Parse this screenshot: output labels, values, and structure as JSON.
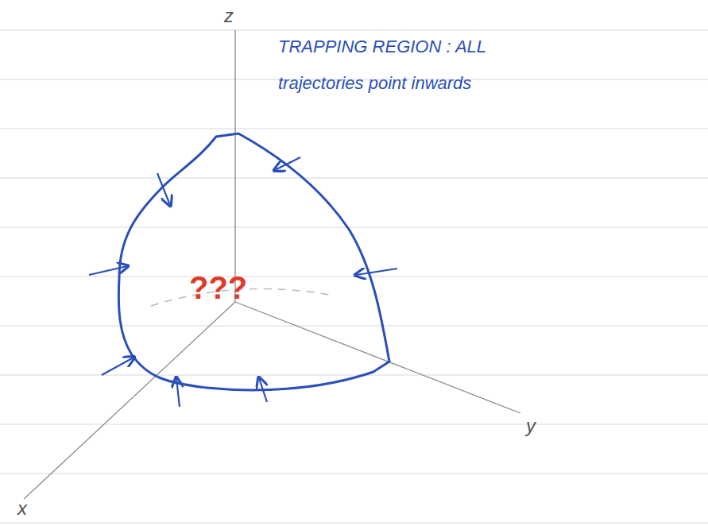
{
  "diagram": {
    "labels": [
      "z",
      "y",
      "x",
      "TRAPPING REGION : ALL trajectories point inwards",
      "???"
    ]
  }
}
